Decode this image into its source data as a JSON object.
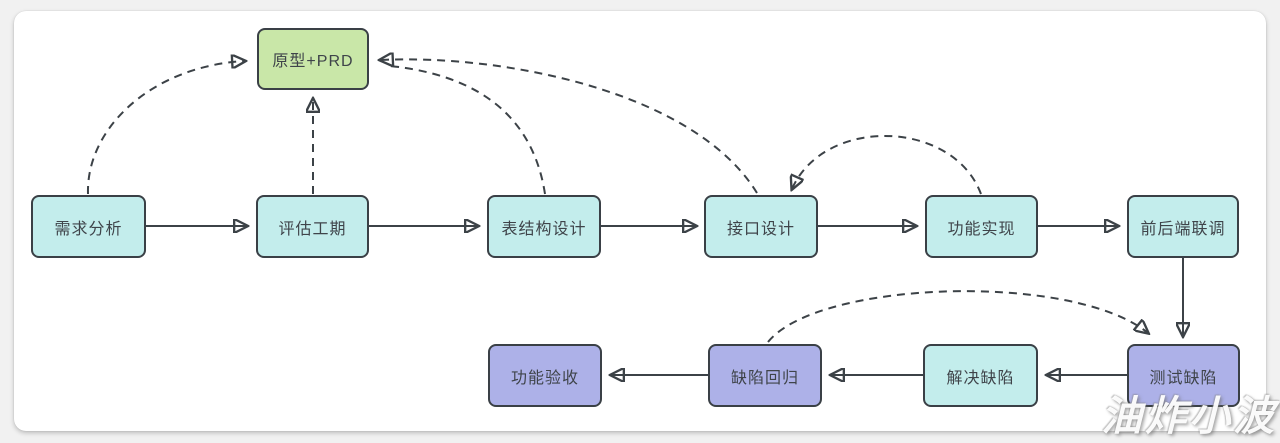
{
  "page": {
    "watermark": "油炸小波",
    "background_color": "#f1f1f1",
    "card_color": "#ffffff"
  },
  "diagram": {
    "colors": {
      "milestone_fill": "#c9e7a8",
      "process_fill": "#c3edec",
      "test_fill": "#adb1e8",
      "stroke": "#3a4046",
      "text": "#3f444a"
    },
    "nodes": [
      {
        "id": "prototype-prd",
        "label": "原型+PRD",
        "kind": "milestone"
      },
      {
        "id": "requirement-analysis",
        "label": "需求分析",
        "kind": "process"
      },
      {
        "id": "estimate-schedule",
        "label": "评估工期",
        "kind": "process"
      },
      {
        "id": "table-structure-design",
        "label": "表结构设计",
        "kind": "process"
      },
      {
        "id": "api-design",
        "label": "接口设计",
        "kind": "process"
      },
      {
        "id": "feature-implementation",
        "label": "功能实现",
        "kind": "process"
      },
      {
        "id": "frontend-backend-integration",
        "label": "前后端联调",
        "kind": "process"
      },
      {
        "id": "feature-acceptance",
        "label": "功能验收",
        "kind": "test"
      },
      {
        "id": "defect-regression",
        "label": "缺陷回归",
        "kind": "test"
      },
      {
        "id": "resolve-defects",
        "label": "解决缺陷",
        "kind": "process"
      },
      {
        "id": "test-defects",
        "label": "测试缺陷",
        "kind": "test"
      }
    ],
    "edges": [
      {
        "from": "需求分析",
        "to": "评估工期",
        "style": "solid"
      },
      {
        "from": "评估工期",
        "to": "表结构设计",
        "style": "solid"
      },
      {
        "from": "表结构设计",
        "to": "接口设计",
        "style": "solid"
      },
      {
        "from": "接口设计",
        "to": "功能实现",
        "style": "solid"
      },
      {
        "from": "功能实现",
        "to": "前后端联调",
        "style": "solid"
      },
      {
        "from": "前后端联调",
        "to": "测试缺陷",
        "style": "solid"
      },
      {
        "from": "测试缺陷",
        "to": "解决缺陷",
        "style": "solid"
      },
      {
        "from": "解决缺陷",
        "to": "缺陷回归",
        "style": "solid"
      },
      {
        "from": "缺陷回归",
        "to": "功能验收",
        "style": "solid"
      },
      {
        "from": "需求分析",
        "to": "原型+PRD",
        "style": "dashed"
      },
      {
        "from": "评估工期",
        "to": "原型+PRD",
        "style": "dashed"
      },
      {
        "from": "表结构设计",
        "to": "原型+PRD",
        "style": "dashed"
      },
      {
        "from": "接口设计",
        "to": "原型+PRD",
        "style": "dashed"
      },
      {
        "from": "功能实现",
        "to": "接口设计",
        "style": "dashed"
      },
      {
        "from": "缺陷回归",
        "to": "测试缺陷",
        "style": "dashed"
      }
    ]
  }
}
